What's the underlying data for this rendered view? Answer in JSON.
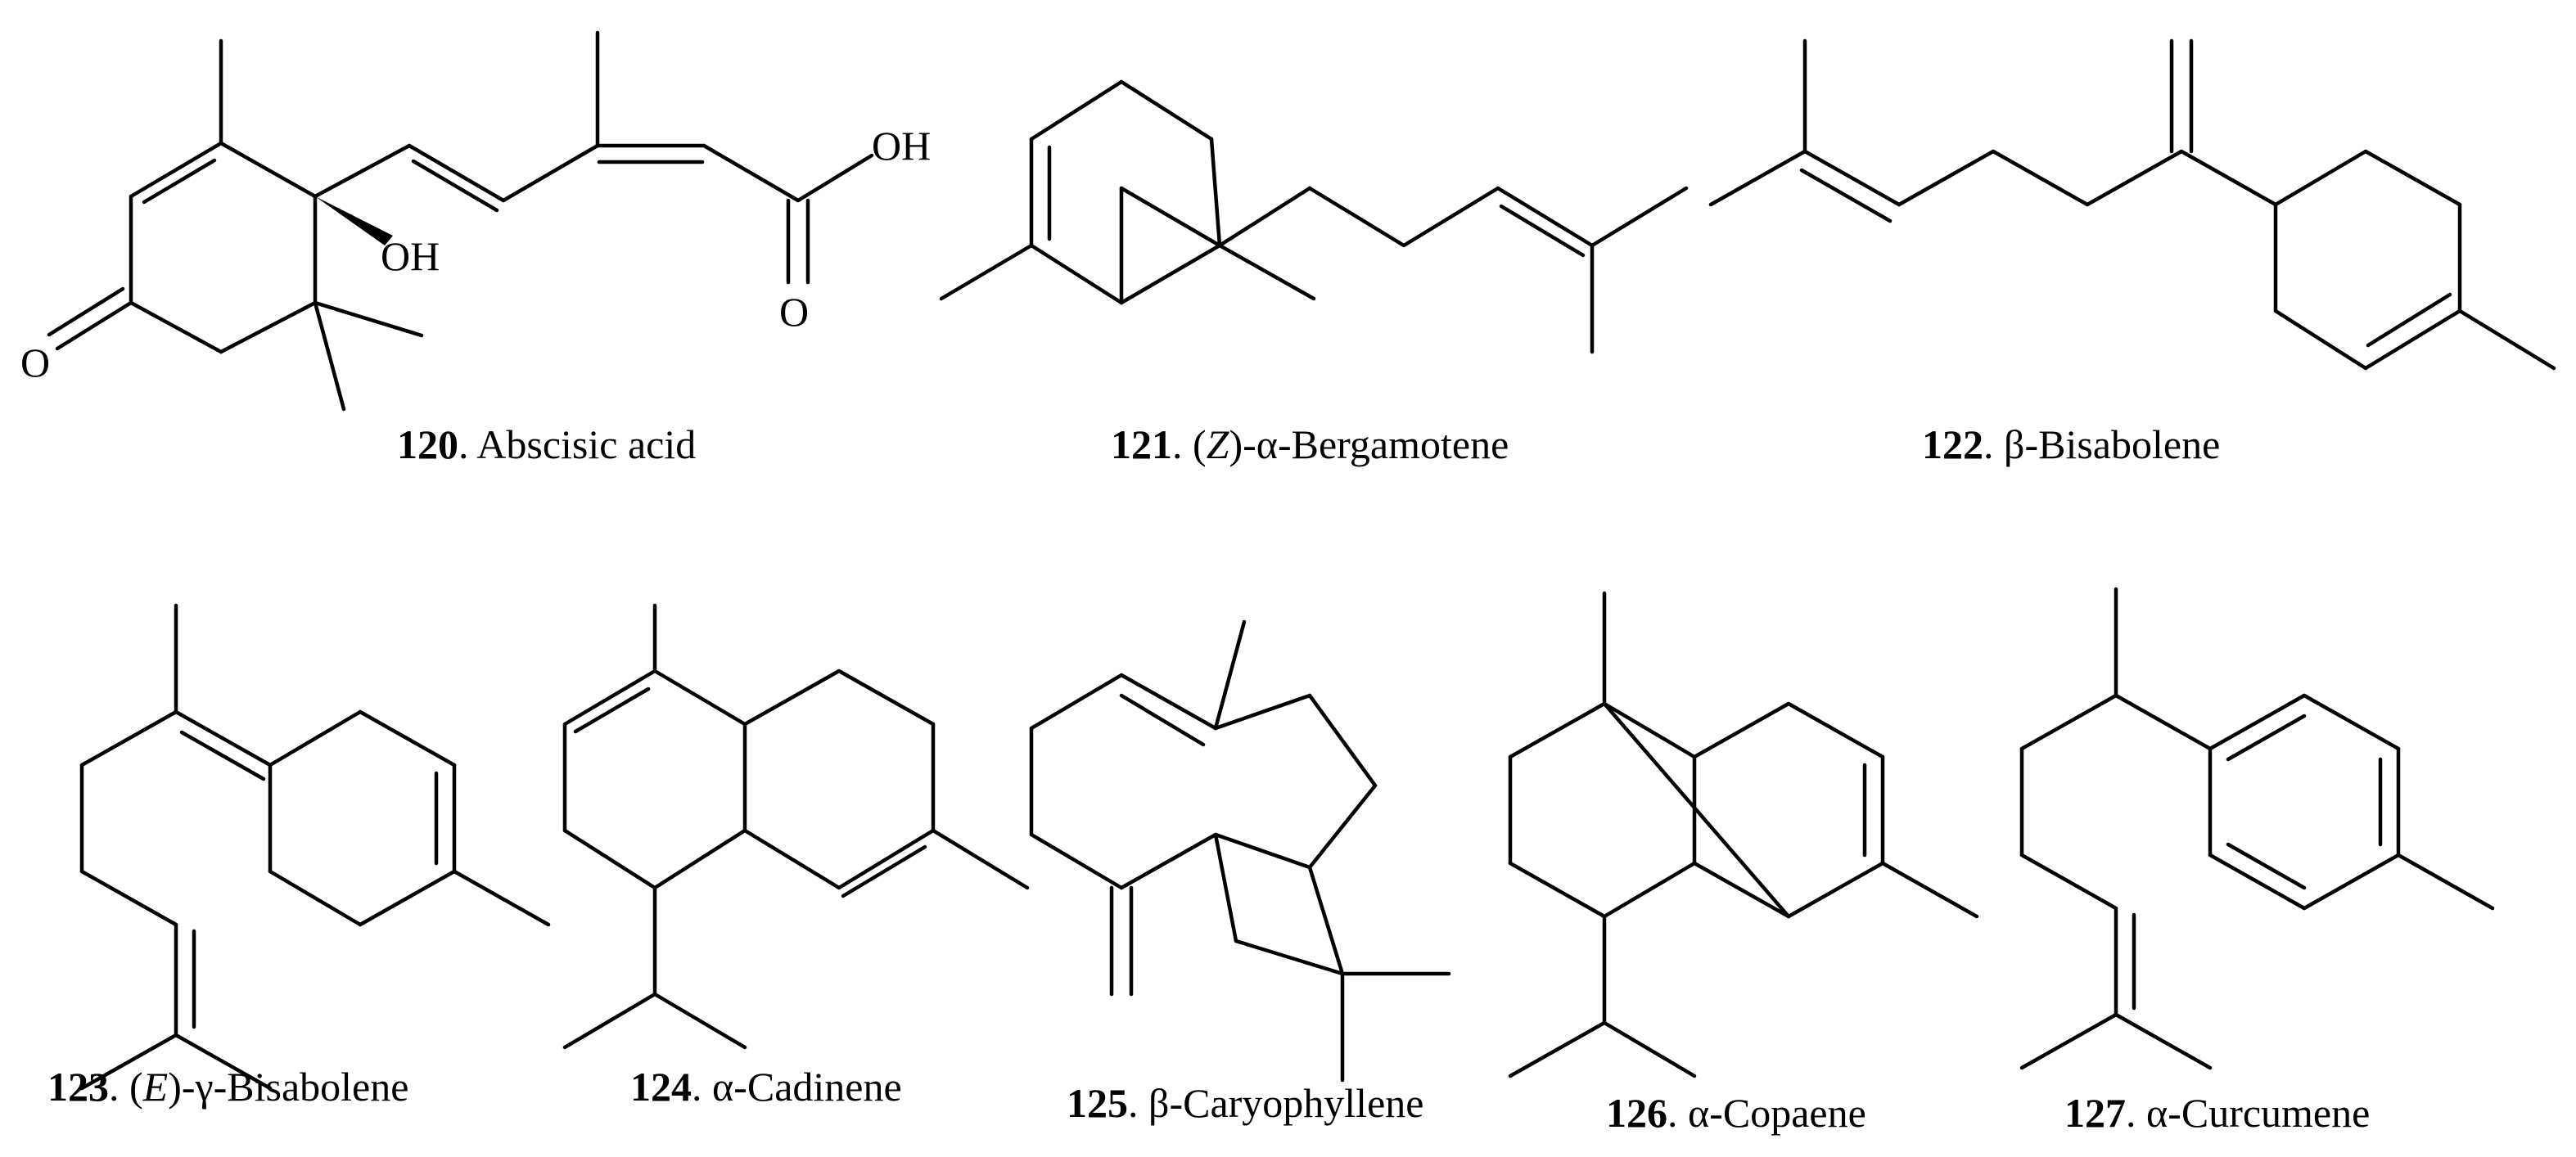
{
  "compounds": [
    {
      "number": "120",
      "sep": ". ",
      "prefix": "",
      "stereo": "",
      "suffix": "",
      "name": "Abscisic acid",
      "atoms": {
        "oh_ring": "OH",
        "oh_acid": "OH",
        "o_acid": "O",
        "o_ketone": "O"
      }
    },
    {
      "number": "121",
      "sep": ". ",
      "prefix": "(",
      "stereo": "Z",
      "suffix": ")-",
      "name": "α-Bergamotene"
    },
    {
      "number": "122",
      "sep": ". ",
      "prefix": "",
      "stereo": "",
      "suffix": "",
      "name": "β-Bisabolene"
    },
    {
      "number": "123",
      "sep": ". ",
      "prefix": "(",
      "stereo": "E",
      "suffix": ")-",
      "name": "γ-Bisabolene"
    },
    {
      "number": "124",
      "sep": ". ",
      "prefix": "",
      "stereo": "",
      "suffix": "",
      "name": "α-Cadinene"
    },
    {
      "number": "125",
      "sep": ". ",
      "prefix": "",
      "stereo": "",
      "suffix": "",
      "name": "β-Caryophyllene"
    },
    {
      "number": "126",
      "sep": ". ",
      "prefix": "",
      "stereo": "",
      "suffix": "",
      "name": "α-Copaene"
    },
    {
      "number": "127",
      "sep": ". ",
      "prefix": "",
      "stereo": "",
      "suffix": "",
      "name": "α-Curcumene"
    }
  ]
}
